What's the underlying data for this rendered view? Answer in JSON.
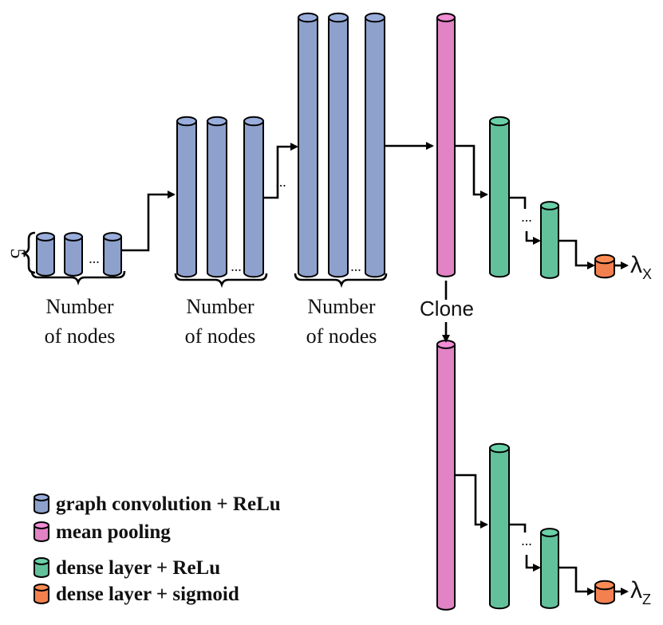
{
  "colors": {
    "graph_conv": "#8ea1cc",
    "mean_pool": "#e183c5",
    "dense_relu": "#62c19b",
    "dense_sigmoid": "#f3814f"
  },
  "labels": {
    "group1": [
      "Number",
      "of nodes"
    ],
    "group2": [
      "Number",
      "of nodes"
    ],
    "group3": [
      "Number",
      "of nodes"
    ],
    "feature_dim": "5",
    "clone": "Clone",
    "ellipsis": "...",
    "output_x": "λ",
    "output_x_sub": "X",
    "output_z": "λ",
    "output_z_sub": "Z"
  },
  "legend": [
    {
      "label": "graph convolution + ReLu",
      "color_key": "graph_conv"
    },
    {
      "label": "mean pooling",
      "color_key": "mean_pool"
    },
    {
      "label": "dense layer + ReLu",
      "color_key": "dense_relu"
    },
    {
      "label": "dense layer + sigmoid",
      "color_key": "dense_sigmoid"
    }
  ]
}
